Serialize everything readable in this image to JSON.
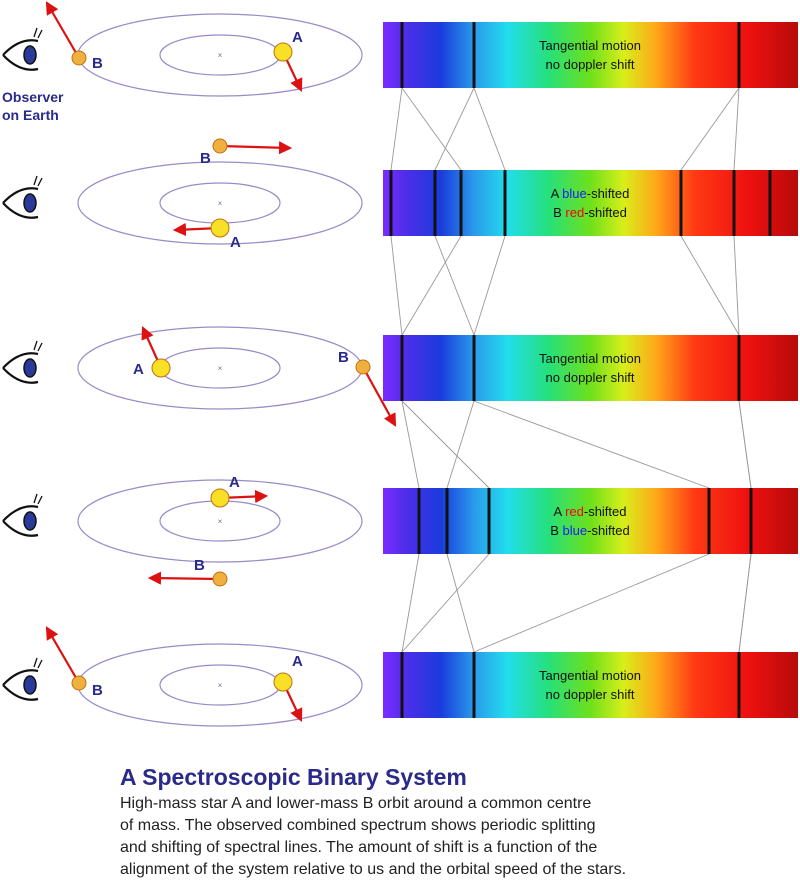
{
  "observer_label": [
    "Observer",
    "on Earth"
  ],
  "colors": {
    "orbit": "#9a8ac8",
    "star_a": "#f7e026",
    "star_b": "#f0b040",
    "arrow": "#dd1111",
    "label": "#2a2a8a",
    "blue_word": "#1a1aff",
    "red_word": "#ff0000"
  },
  "panels": [
    {
      "star_labels": {
        "a": "A",
        "b": "B"
      },
      "spectrum_text": [
        [
          {
            "t": "Tangential motion",
            "c": "normal"
          }
        ],
        [
          {
            "t": "no doppler shift",
            "c": "normal"
          }
        ]
      ]
    },
    {
      "star_labels": {
        "a": "A",
        "b": "B"
      },
      "spectrum_text": [
        [
          {
            "t": "A ",
            "c": "normal"
          },
          {
            "t": "blue",
            "c": "blue"
          },
          {
            "t": "-shifted",
            "c": "normal"
          }
        ],
        [
          {
            "t": "B ",
            "c": "normal"
          },
          {
            "t": "red",
            "c": "red"
          },
          {
            "t": "-shifted",
            "c": "normal"
          }
        ]
      ]
    },
    {
      "star_labels": {
        "a": "A",
        "b": "B"
      },
      "spectrum_text": [
        [
          {
            "t": "Tangential motion",
            "c": "normal"
          }
        ],
        [
          {
            "t": "no doppler shift",
            "c": "normal"
          }
        ]
      ]
    },
    {
      "star_labels": {
        "a": "A",
        "b": "B"
      },
      "spectrum_text": [
        [
          {
            "t": "A ",
            "c": "normal"
          },
          {
            "t": "red",
            "c": "red"
          },
          {
            "t": "-shifted",
            "c": "normal"
          }
        ],
        [
          {
            "t": "B ",
            "c": "normal"
          },
          {
            "t": "blue",
            "c": "blue"
          },
          {
            "t": "-shifted",
            "c": "normal"
          }
        ]
      ]
    },
    {
      "star_labels": {
        "a": "A",
        "b": "B"
      },
      "spectrum_text": [
        [
          {
            "t": "Tangential motion",
            "c": "normal"
          }
        ],
        [
          {
            "t": "no doppler shift",
            "c": "normal"
          }
        ]
      ]
    }
  ],
  "title": "A Spectroscopic Binary System",
  "description_lines": [
    "High-mass star A and lower-mass B orbit around a common centre",
    "of mass. The observed combined spectrum shows periodic splitting",
    "and shifting of spectral lines. The amount of shift is a function of the",
    "alignment of the system relative to us and the orbital speed of the stars."
  ]
}
